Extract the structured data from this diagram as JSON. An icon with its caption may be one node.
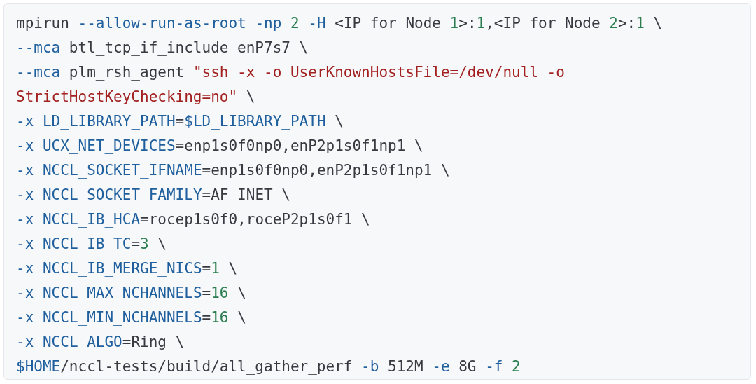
{
  "diagram": {
    "labels": [
      "mpirun --allow-run-as-root -np 2 -H <IP for Node 1>:1,<IP for Node 2>:1 \\",
      "--mca btl_tcp_if_include enP7s7 \\",
      "--mca plm_rsh_agent \"ssh -x -o UserKnownHostsFile=/dev/null -o",
      "StrictHostKeyChecking=no\" \\",
      "-x LD_LIBRARY_PATH=$LD_LIBRARY_PATH \\",
      "-x UCX_NET_DEVICES=enp1s0f0np0,enP2p1s0f1np1 \\",
      "-x NCCL_SOCKET_IFNAME=enp1s0f0np0,enP2p1s0f1np1 \\",
      "-x NCCL_SOCKET_FAMILY=AF_INET \\",
      "-x NCCL_IB_HCA=rocep1s0f0,roceP2p1s0f1 \\",
      "-x NCCL_IB_TC=3 \\",
      "-x NCCL_IB_MERGE_NICS=1 \\",
      "-x NCCL_MAX_NCHANNELS=16 \\",
      "-x NCCL_MIN_NCHANNELS=16 \\",
      "-x NCCL_ALGO=Ring \\",
      "$HOME/nccl-tests/build/all_gather_perf -b 512M -e 8G -f 2"
    ]
  }
}
